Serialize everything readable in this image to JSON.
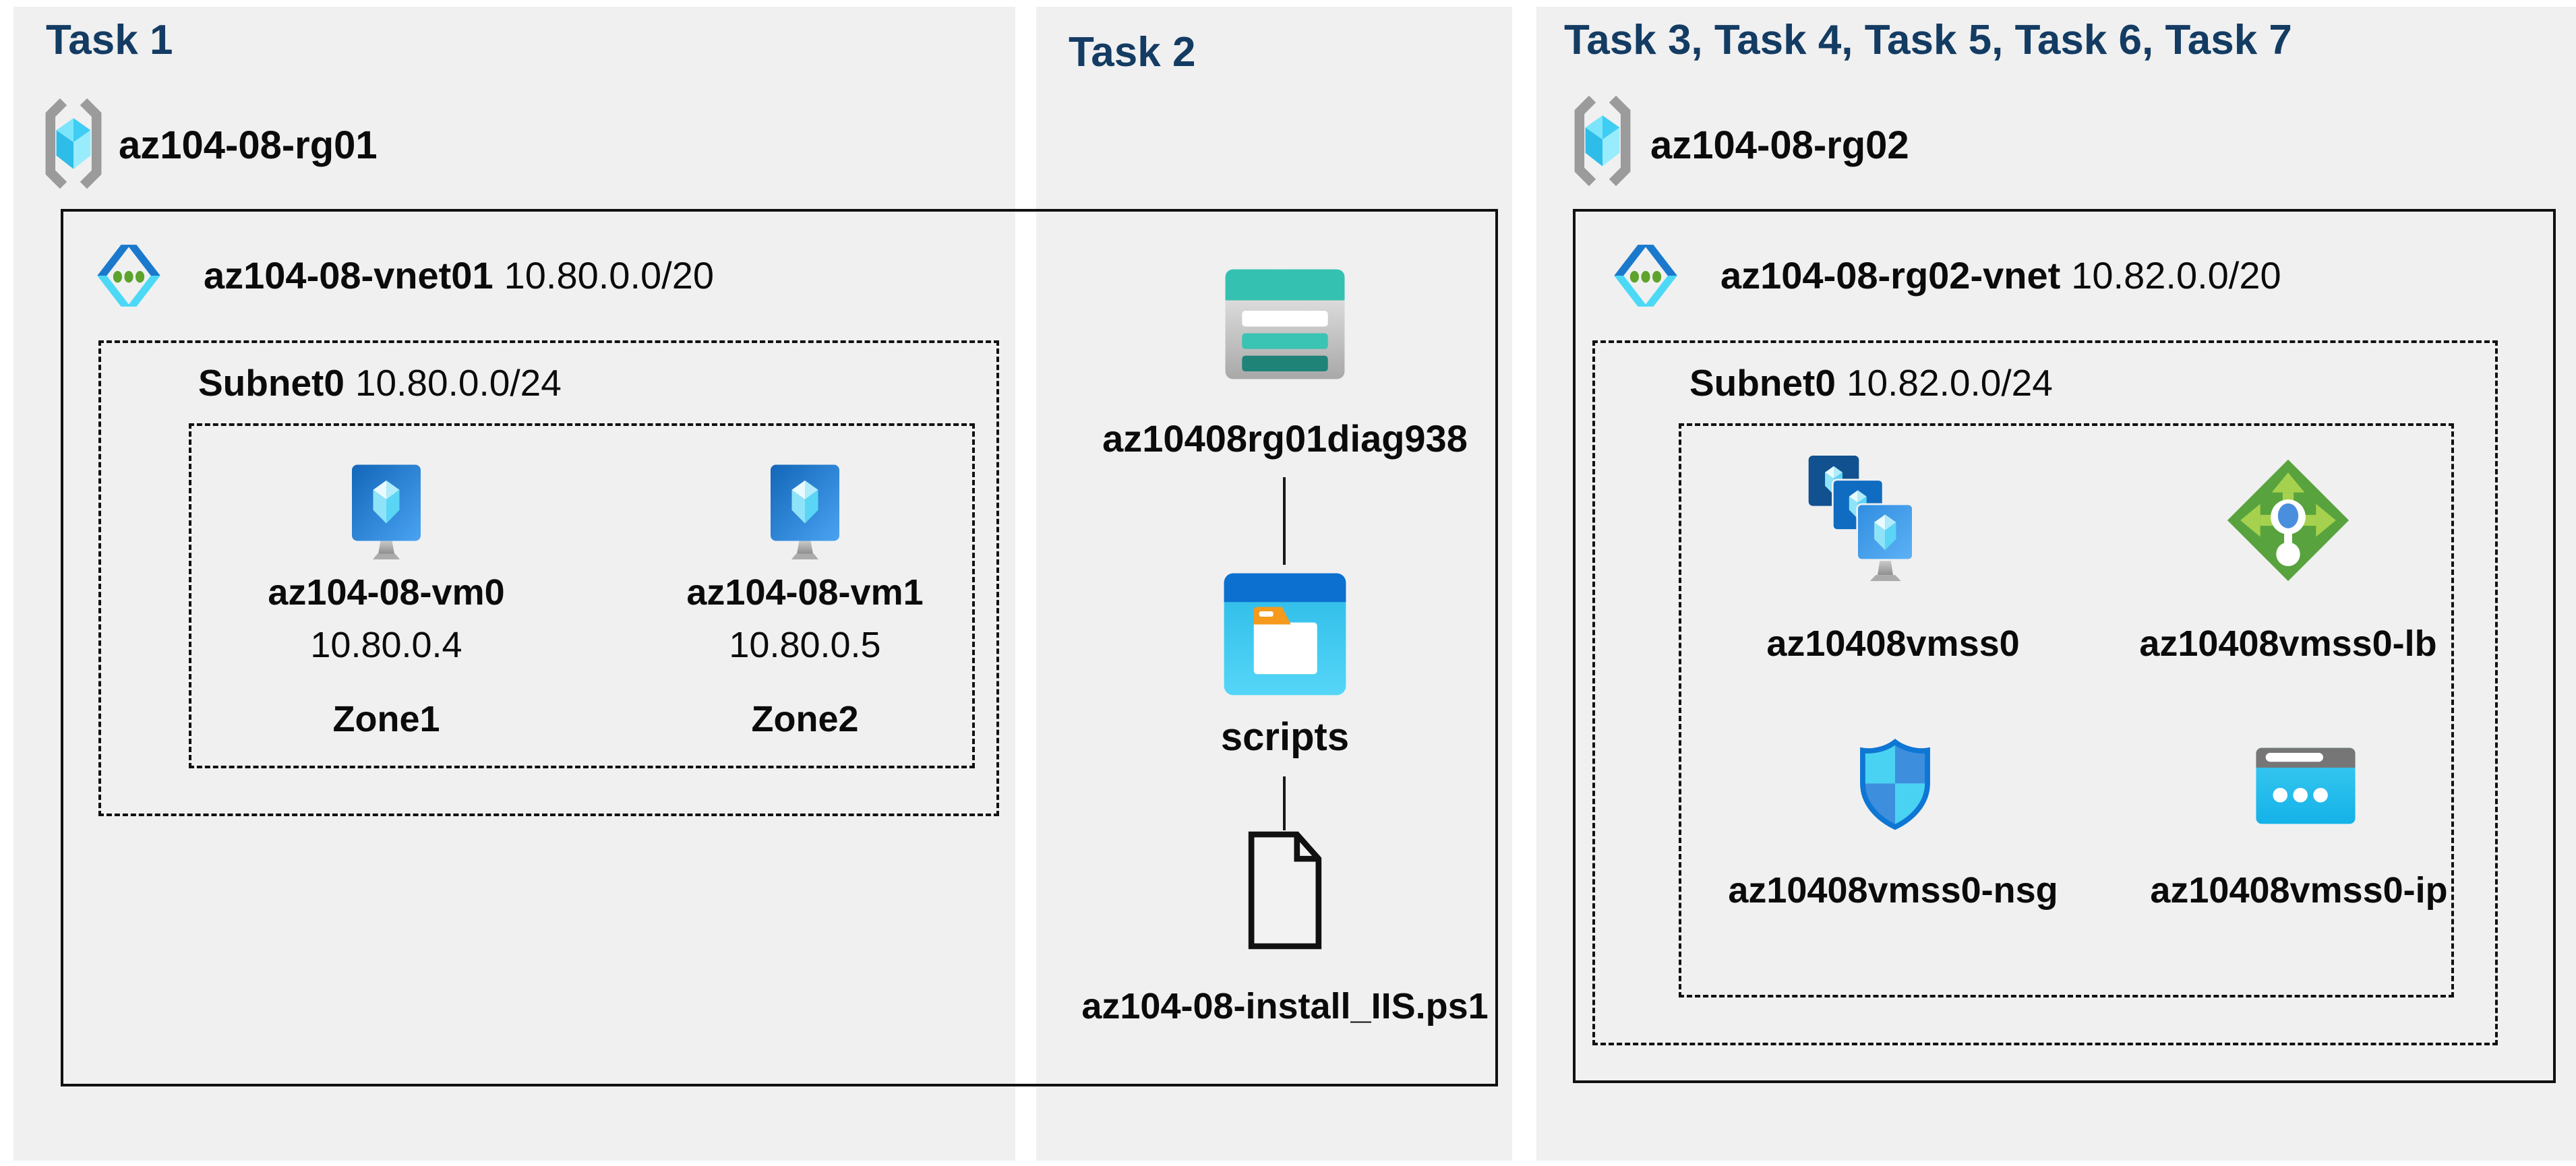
{
  "colors": {
    "heading": "#143c63",
    "panel_bg": "#f0f0f1",
    "border": "#111111",
    "azure_blue": "#1b79cd",
    "azure_cyan": "#4cd9f6",
    "teal": "#35c1b1",
    "teal_dark": "#1f8378",
    "green": "#58a33d",
    "green_light": "#a6d14e",
    "bracket_gray": "#9b9b9b"
  },
  "task1": {
    "title": "Task 1",
    "resource_group": "az104-08-rg01",
    "vnet_name": "az104-08-vnet01",
    "vnet_cidr": "10.80.0.0/20",
    "subnet_name": "Subnet0",
    "subnet_cidr": "10.80.0.0/24",
    "vms": [
      {
        "name": "az104-08-vm0",
        "ip": "10.80.0.4",
        "zone": "Zone1"
      },
      {
        "name": "az104-08-vm1",
        "ip": "10.80.0.5",
        "zone": "Zone2"
      }
    ]
  },
  "task2": {
    "title": "Task 2",
    "storage_account": "az10408rg01diag938",
    "container": "scripts",
    "script_file": "az104-08-install_IIS.ps1"
  },
  "task3": {
    "title": "Task 3, Task 4, Task 5, Task 6, Task 7",
    "resource_group": "az104-08-rg02",
    "vnet_name": "az104-08-rg02-vnet",
    "vnet_cidr": "10.82.0.0/20",
    "subnet_name": "Subnet0",
    "subnet_cidr": "10.82.0.0/24",
    "vmss": "az10408vmss0",
    "load_balancer": "az10408vmss0-lb",
    "nsg": "az10408vmss0-nsg",
    "public_ip": "az10408vmss0-ip"
  }
}
